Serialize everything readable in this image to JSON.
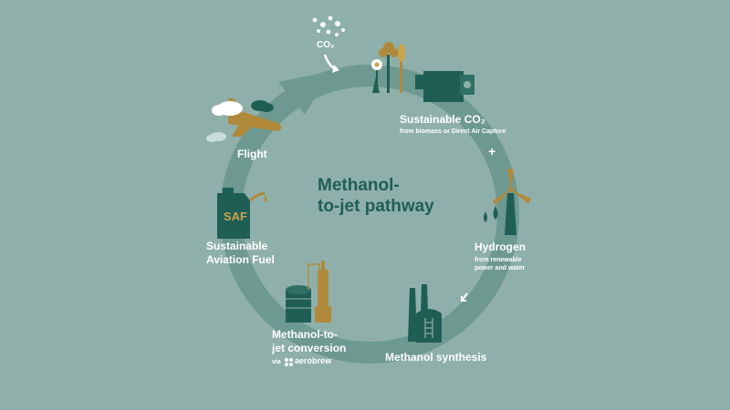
{
  "title_lines": [
    "Methanol-",
    "to-jet pathway"
  ],
  "co2_label": "CO₂",
  "stages": {
    "sustainable_co2": {
      "title": "Sustainable CO₂",
      "subtitle": "from biomass or Direct Air Capture"
    },
    "plus_sign": "+",
    "hydrogen": {
      "title": "Hydrogen",
      "subtitle_lines": [
        "from renewable",
        "power and water"
      ]
    },
    "methanol_synthesis": {
      "title": "Methanol synthesis"
    },
    "methanol_to_jet": {
      "title_lines": [
        "Methanol-to-",
        "jet conversion"
      ],
      "via": "via",
      "brand": "aerobrew"
    },
    "saf": {
      "title_lines": [
        "Sustainable",
        "Aviation Fuel"
      ],
      "can_text": "SAF"
    },
    "flight": {
      "title": "Flight"
    }
  },
  "colors": {
    "background": "#8fb0aa",
    "cycle_ring": "#6d9990",
    "dark_teal": "#1f5e55",
    "gold": "#b08a3a",
    "white": "#ffffff"
  },
  "icons": [
    "co2-particles-icon",
    "curved-arrow-icon",
    "biomass-plants-icon",
    "direct-air-capture-icon",
    "wind-turbine-icon",
    "water-drops-icon",
    "factory-icon",
    "distillation-tower-icon",
    "fuel-can-icon",
    "airplane-icon",
    "cloud-icon"
  ]
}
